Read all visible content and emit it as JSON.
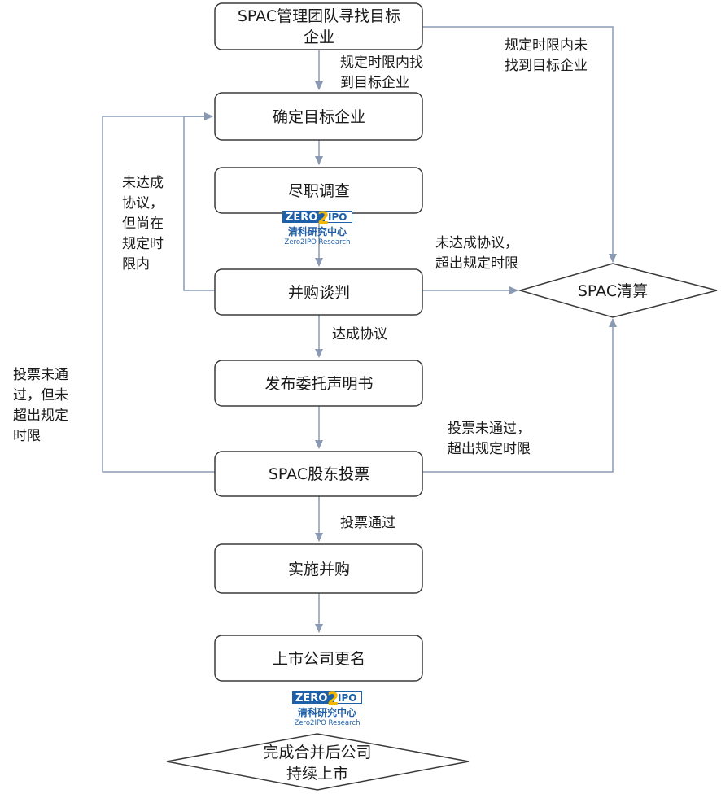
{
  "nodes": {
    "find_target": [
      "SPAC管理团队寻找目标",
      "企业"
    ],
    "confirm_target": [
      "确定目标企业"
    ],
    "due_diligence": [
      "尽职调查"
    ],
    "negotiation": [
      "并购谈判"
    ],
    "proxy": [
      "发布委托声明书"
    ],
    "vote": [
      "SPAC股东投票"
    ],
    "implement": [
      "实施并购"
    ],
    "rename": [
      "上市公司更名"
    ],
    "liquidation": [
      "SPAC清算"
    ],
    "listed": [
      "完成合并后公司",
      "持续上市"
    ]
  },
  "edge_labels": {
    "found_in_time": [
      "规定时限内找",
      "到目标企业"
    ],
    "not_found_in_time": [
      "规定时限内未",
      "找到目标企业"
    ],
    "no_agreement_within": [
      "未达成",
      "协议，",
      "但尚在",
      "规定时",
      "限内"
    ],
    "no_agreement_exceeded": [
      "未达成协议，",
      "超出规定时限"
    ],
    "agreement_reached": [
      "达成协议"
    ],
    "vote_failed_within": [
      "投票未通",
      "过，但未",
      "超出规定",
      "时限"
    ],
    "vote_failed_exceeded": [
      "投票未通过，",
      "超出规定时限"
    ],
    "vote_passed": [
      "投票通过"
    ]
  },
  "watermark": {
    "brand_left": "ZERO",
    "brand_digit": "2",
    "brand_right": "IPO",
    "chinese": "清科研究中心",
    "english": "Zero2IPO Research"
  },
  "colors": {
    "box_stroke": "#3a3a3a",
    "arrow": "#8a9ab3",
    "watermark_blue": "#1d5fa8"
  }
}
